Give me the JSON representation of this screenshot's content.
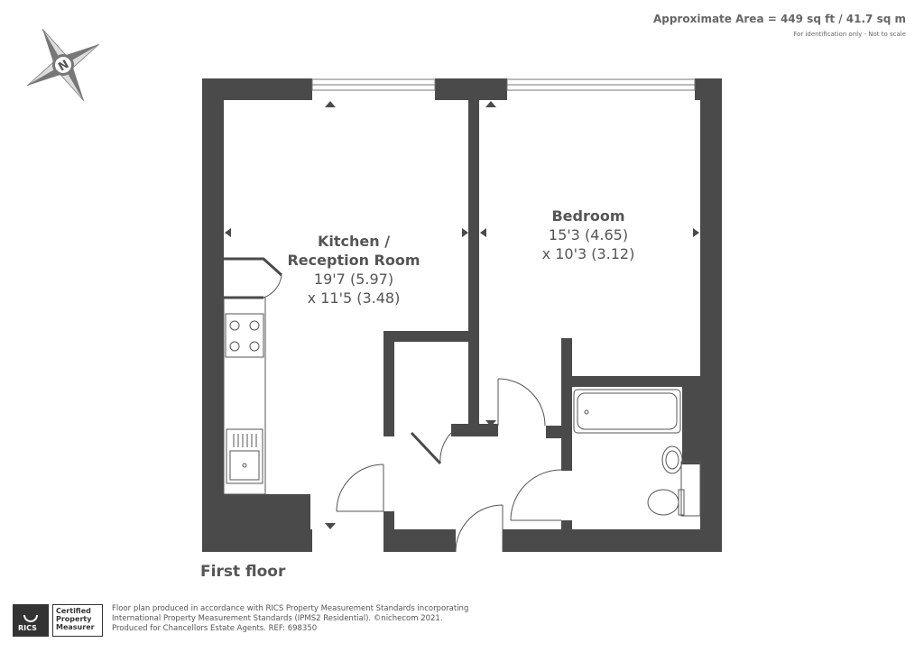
{
  "header": {
    "area": "Approximate Area = 449 sq ft / 41.7 sq m",
    "note": "For identification only - Not to scale"
  },
  "compass": {
    "letter": "N",
    "icon": "compass-rose-icon"
  },
  "rooms": {
    "kitchen": {
      "name_line1": "Kitchen /",
      "name_line2": "Reception Room",
      "dim1": "19'7 (5.97)",
      "dim2": "x 11'5 (3.48)"
    },
    "bedroom": {
      "name": "Bedroom",
      "dim1": "15'3 (4.65)",
      "dim2": "x 10'3 (3.12)"
    }
  },
  "floor": {
    "label": "First floor"
  },
  "footer": {
    "rics_logo": "RICS",
    "certified_line1": "Certified",
    "certified_line2": "Property",
    "certified_line3": "Measurer",
    "line1": "Floor plan produced in accordance with RICS Property Measurement Standards incorporating",
    "line2": "International Property Measurement Standards (IPMS2 Residential).  ©nichecom 2021.",
    "line3": "Produced for Chancellors Estate Agents.   REF: 698350"
  },
  "colors": {
    "wall": "#4a4a4a",
    "fixture": "#555555",
    "text": "#555555"
  }
}
